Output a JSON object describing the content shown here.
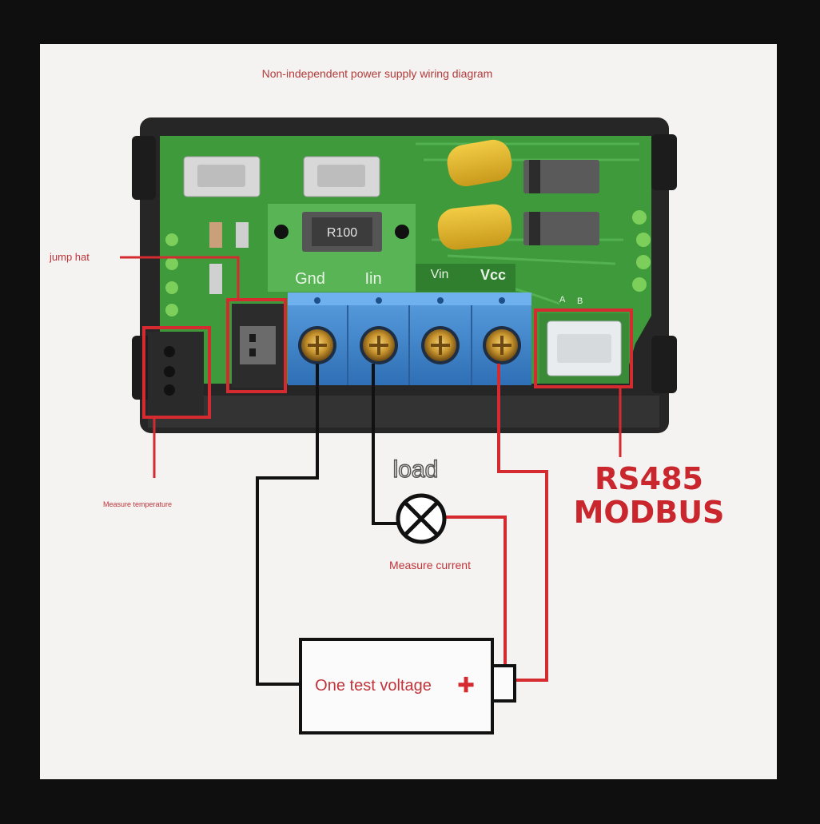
{
  "diagram": {
    "title": "Non-independent power supply wiring diagram",
    "annotations": {
      "jump_hat": "jump hat",
      "measure_temperature": "Measure temperature",
      "rs485_line1": "RS485",
      "rs485_line2": "MODBUS",
      "load": "load",
      "measure_current": "Measure current"
    },
    "board": {
      "silkscreen_terminals": [
        "Gnd",
        "Iin",
        "Vin",
        "Vcc"
      ],
      "resistor_code": "R100",
      "port_marks": [
        "A",
        "B"
      ]
    },
    "source": {
      "label": "One test voltage",
      "polarity_symbol": "+"
    }
  },
  "colors": {
    "frame": "#0f0f0f",
    "paper": "#f4f3f1",
    "pcb_green": "#3f9a3c",
    "terminal_blue": "#3f86cf",
    "highlight_red": "#d42a30",
    "wire_black": "#111111",
    "title_red": "#b23a3a"
  }
}
